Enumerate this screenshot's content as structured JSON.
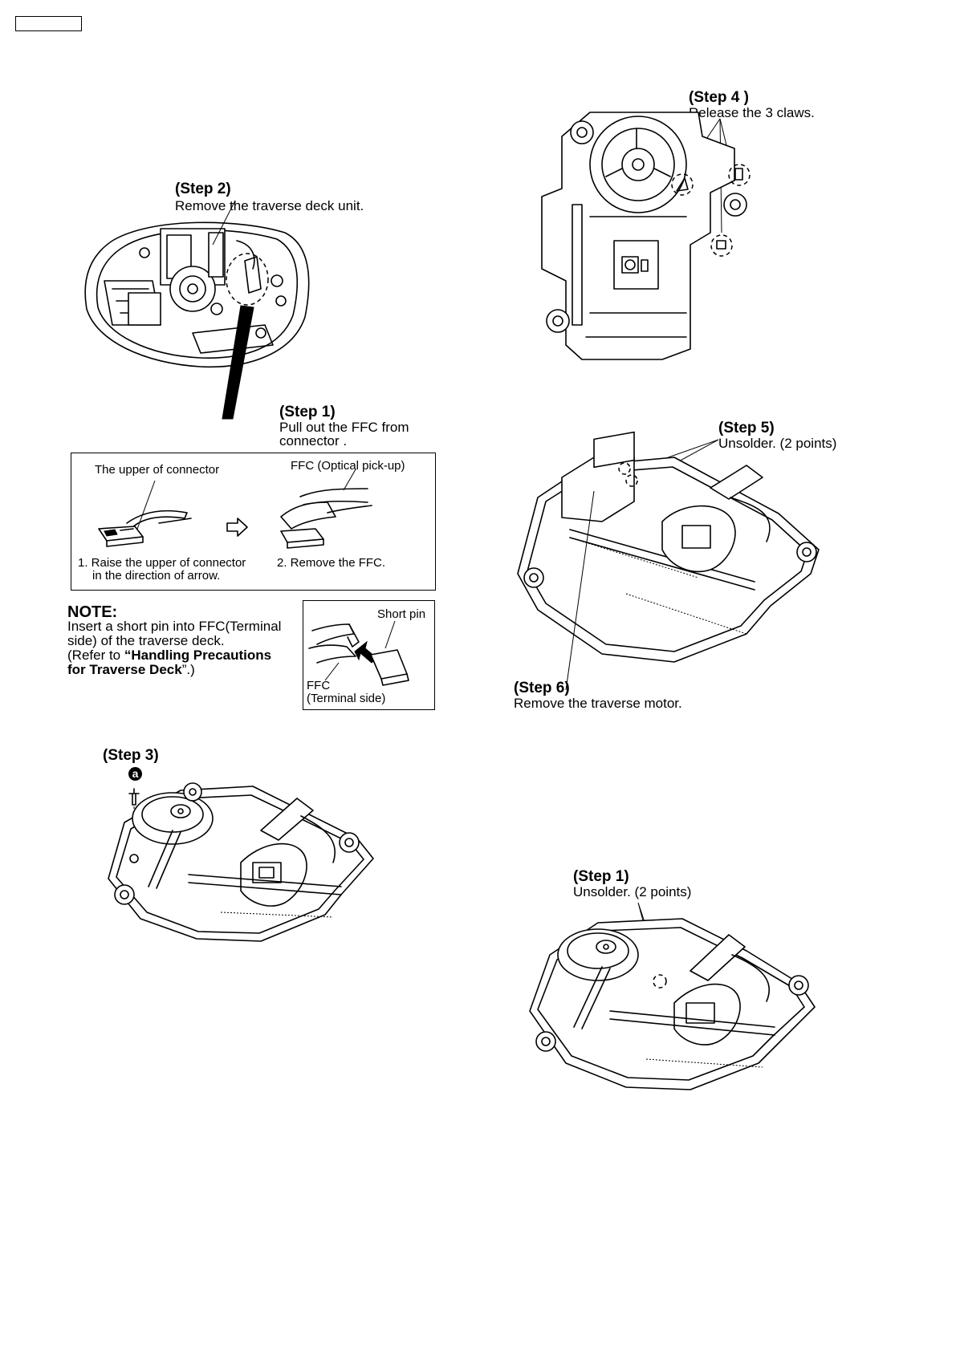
{
  "page": {
    "left": {
      "step2": {
        "title": "(Step 2)",
        "text": "Remove the traverse deck unit."
      },
      "step1": {
        "title": "(Step 1)",
        "line1": "Pull out the FFC from",
        "line2": "connector ."
      },
      "detail": {
        "upper_label": "The upper of connector",
        "ffc_label": "FFC (Optical pick-up)",
        "caption1_line1": "1. Raise the upper of connector",
        "caption1_line2": "in the direction of arrow.",
        "caption2": "2. Remove the FFC."
      },
      "note": {
        "title": "NOTE:",
        "line1": "Insert a short pin into FFC(Terminal",
        "line2": "side) of the traverse deck.",
        "line3_prefix": "(Refer to ",
        "line3_bold": "“Handling Precautions",
        "line4_bold": "for Traverse Deck",
        "line4_suffix": "”.)"
      },
      "shortpin": {
        "label": "Short pin",
        "ffc": "FFC",
        "terminal": "(Terminal side)"
      },
      "step3": {
        "title": "(Step 3)",
        "screw_mark": "a"
      }
    },
    "right": {
      "step4": {
        "title": "(Step 4 )",
        "text": "Release the 3 claws."
      },
      "step5": {
        "title": "(Step 5)",
        "text": "Unsolder. (2 points)"
      },
      "step6": {
        "title": "(Step 6)",
        "text": "Remove the traverse motor."
      },
      "step1b": {
        "title": "(Step 1)",
        "text": "Unsolder. (2 points)"
      }
    }
  }
}
